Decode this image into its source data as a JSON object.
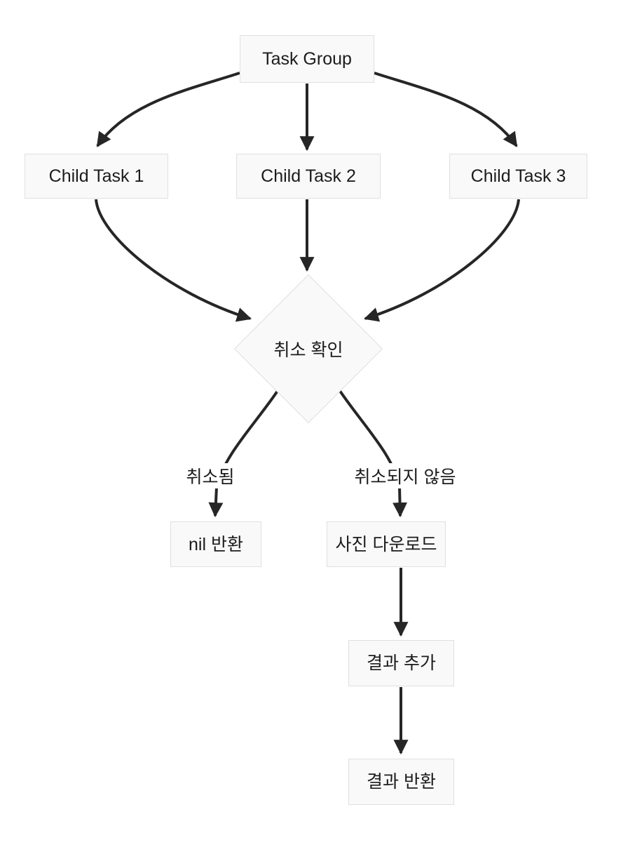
{
  "diagram": {
    "type": "flowchart",
    "direction": "top-down",
    "nodes": [
      {
        "id": "taskGroup",
        "label": "Task Group",
        "shape": "rect"
      },
      {
        "id": "childTask1",
        "label": "Child Task 1",
        "shape": "rect"
      },
      {
        "id": "childTask2",
        "label": "Child Task 2",
        "shape": "rect"
      },
      {
        "id": "childTask3",
        "label": "Child Task 3",
        "shape": "rect"
      },
      {
        "id": "cancelCheck",
        "label": "취소 확인",
        "shape": "diamond"
      },
      {
        "id": "returnNil",
        "label": "nil 반환",
        "shape": "rect"
      },
      {
        "id": "downloadPhoto",
        "label": "사진 다운로드",
        "shape": "rect"
      },
      {
        "id": "appendResult",
        "label": "결과 추가",
        "shape": "rect"
      },
      {
        "id": "returnResult",
        "label": "결과 반환",
        "shape": "rect"
      }
    ],
    "edges": [
      {
        "from": "taskGroup",
        "to": "childTask1",
        "label": ""
      },
      {
        "from": "taskGroup",
        "to": "childTask2",
        "label": ""
      },
      {
        "from": "taskGroup",
        "to": "childTask3",
        "label": ""
      },
      {
        "from": "childTask1",
        "to": "cancelCheck",
        "label": ""
      },
      {
        "from": "childTask2",
        "to": "cancelCheck",
        "label": ""
      },
      {
        "from": "childTask3",
        "to": "cancelCheck",
        "label": ""
      },
      {
        "from": "cancelCheck",
        "to": "returnNil",
        "label": "취소됨"
      },
      {
        "from": "cancelCheck",
        "to": "downloadPhoto",
        "label": "취소되지 않음"
      },
      {
        "from": "downloadPhoto",
        "to": "appendResult",
        "label": ""
      },
      {
        "from": "appendResult",
        "to": "returnResult",
        "label": ""
      }
    ]
  },
  "theme": {
    "background": "#ffffff",
    "node_fill": "#f9f9f9",
    "node_border": "#e0e0e0",
    "node_text": "#1c1c1c",
    "edge_color": "#262626",
    "label_bg": "#ffffff"
  }
}
